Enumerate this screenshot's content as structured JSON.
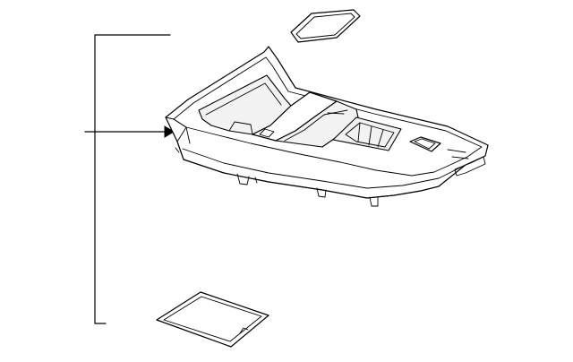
{
  "diagram": {
    "type": "exploded-parts-view",
    "colors": {
      "line": "#000000",
      "background": "#ffffff",
      "panel_shade": "#f2f2f2"
    },
    "parts": [
      {
        "name": "top-cover-pad"
      },
      {
        "name": "console-panel"
      },
      {
        "name": "bottom-mat"
      }
    ],
    "callout": {
      "icon": "arrow-right-icon"
    }
  }
}
